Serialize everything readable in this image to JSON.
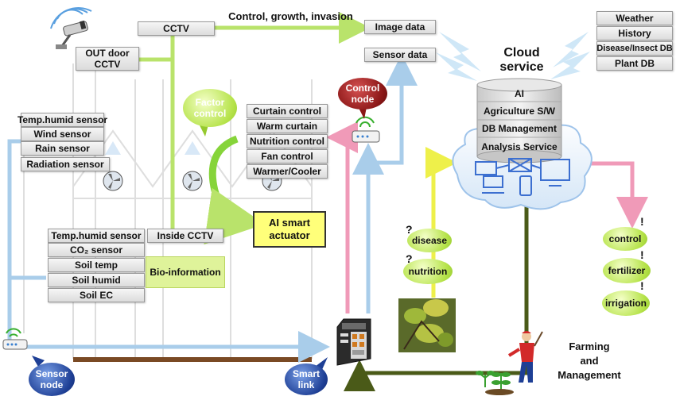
{
  "top_labels": {
    "cctv": "CCTV",
    "flow_text": "Control, growth, invasion",
    "image_data": "Image data",
    "sensor_data": "Sensor data",
    "outdoor_cctv_line1": "OUT door",
    "outdoor_cctv_line2": "CCTV"
  },
  "cloud": {
    "title_line1": "Cloud",
    "title_line2": "service",
    "stack": [
      "AI",
      "Agriculture S/W",
      "DB Management",
      "Analysis Service"
    ],
    "sources": [
      "Weather",
      "History",
      "Disease/Insect DB",
      "Plant DB"
    ]
  },
  "outdoor_sensors": [
    "Temp.humid sensor",
    "Wind sensor",
    "Rain sensor",
    "Radiation sensor"
  ],
  "controls": [
    "Curtain control",
    "Warm curtain",
    "Nutrition control",
    "Fan control",
    "Warmer/Cooler"
  ],
  "factor_control": {
    "line1": "Factor",
    "line2": "control"
  },
  "control_node": {
    "line1": "Control",
    "line2": "node"
  },
  "ai_actuator": {
    "line1": "AI smart",
    "line2": "actuator"
  },
  "indoor_sensors": [
    "Temp.humid sensor",
    "CO₂ sensor",
    "Soil temp",
    "Soil humid",
    "Soil EC"
  ],
  "inside_cctv": "Inside CCTV",
  "bio_information": "Bio-information",
  "diagnosis": [
    "disease",
    "nutrition"
  ],
  "actions": [
    "control",
    "fertilizer",
    "irrigation"
  ],
  "question_mark": "?",
  "exclaim_mark": "!",
  "farming": {
    "line1": "Farming",
    "line2": "and",
    "line3": "Management"
  },
  "sensor_node": {
    "line1": "Sensor",
    "line2": "node"
  },
  "smart_link": {
    "line1": "Smart",
    "line2": "link"
  },
  "colors": {
    "green_arrow": "#b9e36b",
    "blue_arrow": "#a9cdea",
    "pink_arrow": "#f09ab8",
    "yellow_arrow": "#eef04a",
    "olive_arrow": "#4a5a18",
    "cloud_blue": "#4a7fd0",
    "node_blue": "#1e3f95",
    "node_red": "#8a1616"
  }
}
